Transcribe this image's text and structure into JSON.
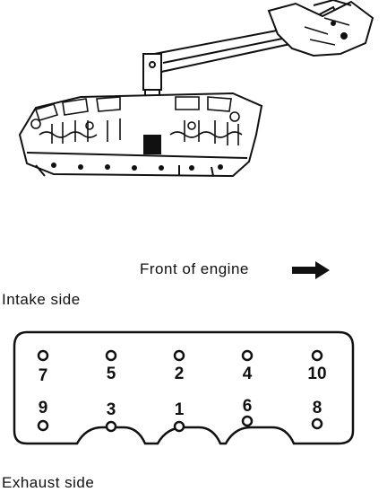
{
  "labels": {
    "front": "Front of engine",
    "intake": "Intake side",
    "exhaust": "Exhaust side"
  },
  "bolts": {
    "top_row": [
      "7",
      "5",
      "2",
      "4",
      "10"
    ],
    "bottom_row": [
      "9",
      "3",
      "1",
      "6",
      "8"
    ]
  },
  "icons": {
    "front_direction": "arrow-right-icon",
    "illustration": "torque-wrench-on-cylinder-head"
  }
}
